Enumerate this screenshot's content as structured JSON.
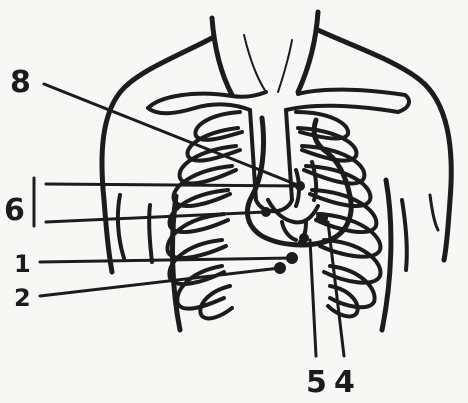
{
  "figure": {
    "labels": {
      "n8": "8",
      "n6": "6",
      "n1": "1",
      "n2": "2",
      "n5": "5",
      "n4": "4"
    },
    "ink_color": "#1c1c1c",
    "background_color": "#f7f7f5"
  }
}
